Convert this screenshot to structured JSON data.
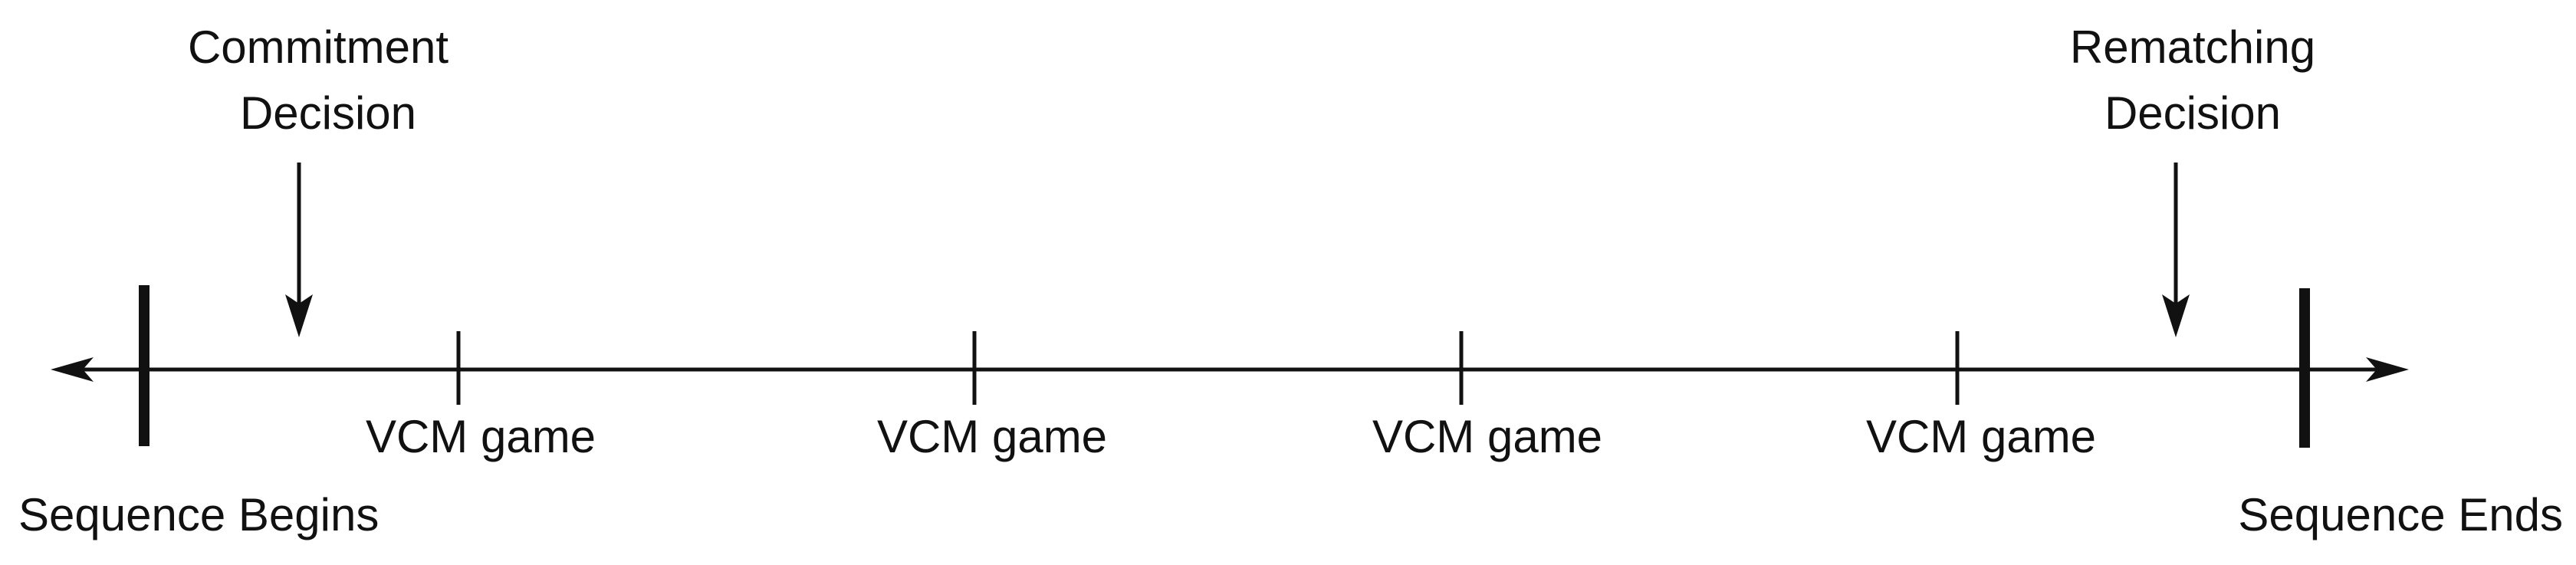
{
  "colors": {
    "ink": "#111111",
    "background": "#ffffff"
  },
  "timeline": {
    "start_label": "Sequence Begins",
    "end_label": "Sequence Ends",
    "game_ticks": [
      {
        "label": "VCM game"
      },
      {
        "label": "VCM game"
      },
      {
        "label": "VCM game"
      },
      {
        "label": "VCM game"
      }
    ],
    "decisions": [
      {
        "line1": "Commitment",
        "line2": "Decision"
      },
      {
        "line1": "Rematching",
        "line2": "Decision"
      }
    ]
  }
}
